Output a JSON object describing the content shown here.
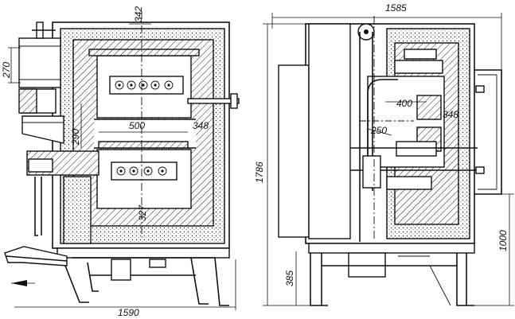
{
  "dimensions": {
    "left_top_width": "342",
    "left_door_height": "270",
    "left_opening_height": "290",
    "left_chamber_width": "500",
    "left_chamber_depth": "348",
    "left_lower_height": "327",
    "left_total_width": "1590",
    "right_total_width": "1585",
    "right_total_height": "1786",
    "right_chamber_width": "400",
    "right_chamber_height": "348",
    "right_inner": "250",
    "right_body_height": "1000",
    "right_legs_height": "385"
  },
  "colors": {
    "line": "#111111",
    "background": "#ffffff"
  }
}
